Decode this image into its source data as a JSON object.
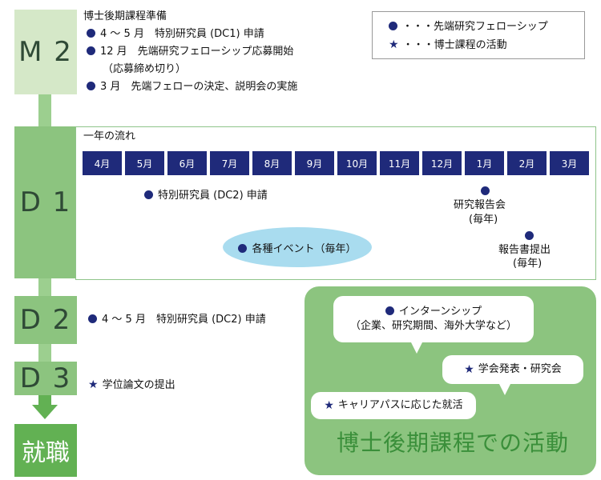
{
  "stages": {
    "m2": "M 2",
    "d1": "D 1",
    "d2": "D 2",
    "d3": "D 3",
    "job": "就職"
  },
  "m2": {
    "title": "博士後期課程準備",
    "items": [
      "4 ～ 5 月　特別研究員 (DC1) 申請",
      "12 月　先端研究フェローシップ応募開始",
      "3 月　先端フェローの決定、説明会の実施"
    ],
    "subnote": "（応募締め切り）"
  },
  "legend": {
    "dot_label": "・・・先端研究フェローシップ",
    "star_label": "・・・博士課程の活動"
  },
  "d1": {
    "flow_title": "一年の流れ",
    "months": [
      "4月",
      "5月",
      "6月",
      "7月",
      "8月",
      "9月",
      "10月",
      "11月",
      "12月",
      "1月",
      "2月",
      "3月"
    ],
    "dc2": "特別研究員 (DC2) 申請",
    "event": "各種イベント（毎年）",
    "report_meeting": "研究報告会",
    "report_meeting_note": "(毎年)",
    "report_submit": "報告書提出",
    "report_submit_note": "(毎年)"
  },
  "d2": {
    "item": "4 ～ 5 月　特別研究員 (DC2) 申請"
  },
  "d3": {
    "item": "学位論文の提出"
  },
  "activities": {
    "title": "博士後期課程での活動",
    "intern": "インターンシップ",
    "intern_note": "（企業、研究期間、海外大学など）",
    "conference": "学会発表・研究会",
    "career": "キャリアパスに応じた就活"
  },
  "colors": {
    "navy": "#1f2a7a",
    "green_dark": "#62b153",
    "green_mid": "#8cc47f",
    "green_light": "#d5e8c8",
    "oval": "#a9dcef"
  }
}
